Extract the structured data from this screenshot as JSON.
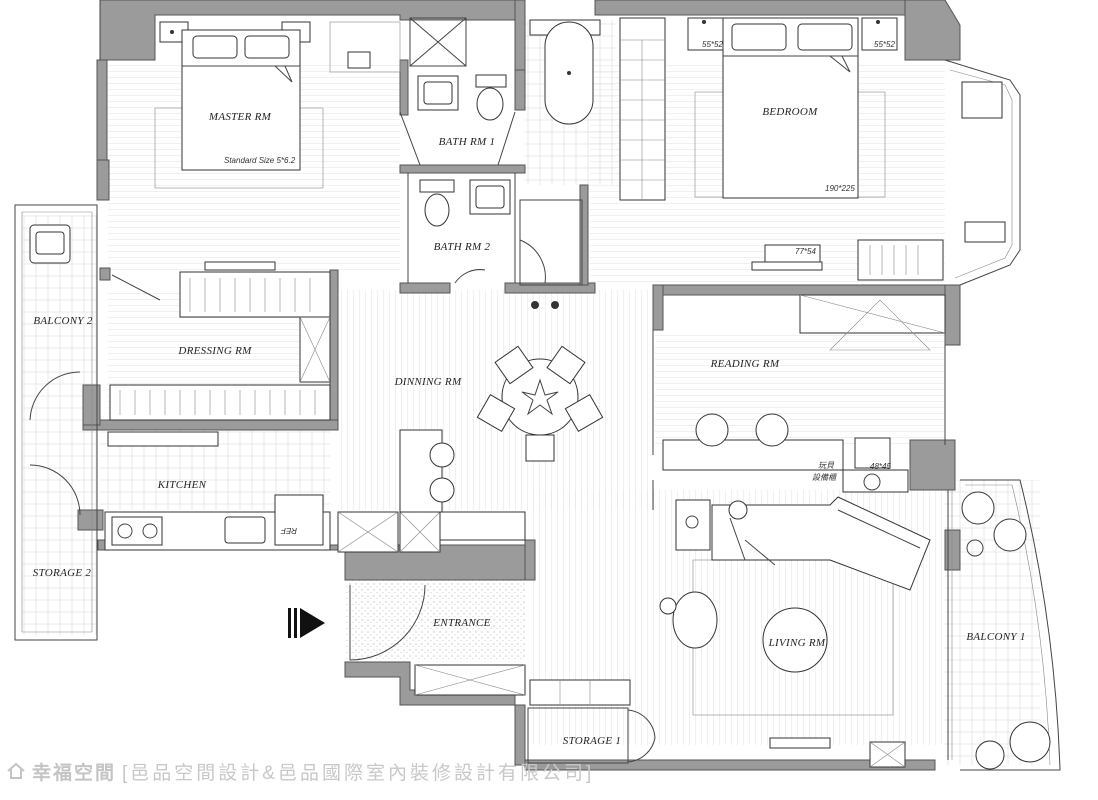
{
  "rooms": {
    "master": "MASTER RM",
    "bath1": "BATH RM 1",
    "bath2": "BATH RM 2",
    "bedroom": "BEDROOM",
    "balcony2": "BALCONY 2",
    "dressing": "DRESSING RM",
    "dinning": "DINNING RM",
    "reading": "READING RM",
    "kitchen": "KITCHEN",
    "storage2": "STORAGE 2",
    "entrance": "ENTRANCE",
    "living": "LIVING RM",
    "balcony1": "BALCONY 1",
    "storage1": "STORAGE 1"
  },
  "dimensions": {
    "master_bed": "Standard Size  5*6.2",
    "bedroom_bed": "190*225",
    "nightstand_left": "55*52",
    "nightstand_right": "55*52",
    "desk": "77*54",
    "side_table": "48*45"
  },
  "annotations": {
    "fridge": "REF",
    "cabinet_note_1": "玩貝",
    "cabinet_note_2": "設備櫃"
  },
  "footer": {
    "brand": "幸福空間",
    "company": "[邑品空間設計&邑品國際室內裝修設計有限公司]"
  },
  "icons": {
    "entry_arrow": "triangle-right-icon",
    "brand_logo": "house-outline-icon"
  },
  "colors": {
    "wall": "#9b9b9b",
    "line": "#444444",
    "watermark": "#c4c4c4"
  }
}
